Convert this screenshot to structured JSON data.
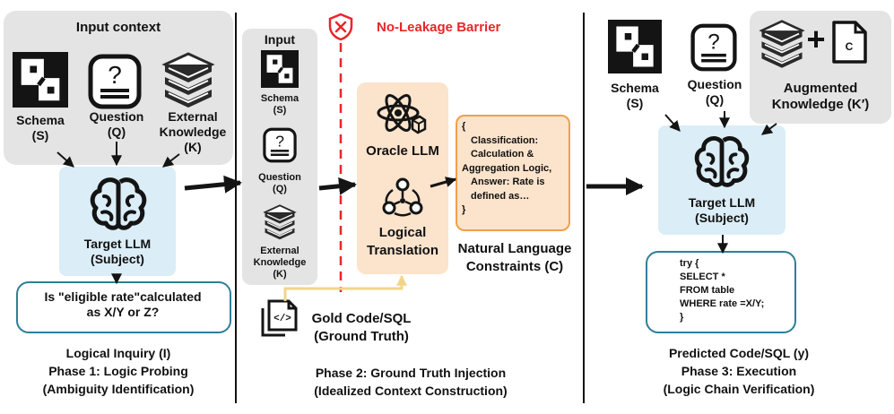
{
  "phase1": {
    "input_context": "Input context",
    "schema": [
      "Schema",
      "(S)"
    ],
    "question": [
      "Question",
      "(Q)"
    ],
    "knowledge": [
      "External",
      "Knowledge",
      "(K)"
    ],
    "target": [
      "Target LLM",
      "(Subject)"
    ],
    "inquiry_text": [
      "Is \"eligible rate\"calculated",
      "as X/Y or Z?"
    ],
    "caption": [
      "Logical Inquiry (I)",
      "Phase 1: Logic Probing",
      "(Ambiguity Identification)"
    ]
  },
  "phase2": {
    "input": "Input",
    "schema": [
      "Schema",
      "(S)"
    ],
    "question": [
      "Question",
      "(Q)"
    ],
    "knowledge": [
      "External",
      "Knowledge",
      "(K)"
    ],
    "barrier": "No-Leakage Barrier",
    "oracle": "Oracle LLM",
    "translation": [
      "Logical",
      "Translation"
    ],
    "constraints_box": [
      "{",
      "Classification:",
      "Calculation &",
      "Aggregation Logic,",
      "Answer: Rate is",
      "defined as…",
      "}"
    ],
    "constraints_caption": [
      "Natural Language",
      "Constraints (C)"
    ],
    "gold": [
      "Gold Code/SQL",
      "(Ground Truth)"
    ],
    "code_glyph": "</>",
    "caption": [
      "Phase 2: Ground Truth Injection",
      "(Idealized Context Construction)"
    ]
  },
  "phase3": {
    "schema": [
      "Schema",
      "(S)"
    ],
    "question": [
      "Question",
      "(Q)"
    ],
    "augmented": [
      "Augmented",
      "Knowledge (K′)"
    ],
    "plus": "+",
    "doc_letter": "C",
    "target": [
      "Target LLM",
      "(Subject)"
    ],
    "code": [
      "try {",
      "SELECT *",
      "FROM table",
      "WHERE rate =X/Y;",
      "}"
    ],
    "caption": [
      "Predicted Code/SQL (y)",
      "Phase 3: Execution",
      "(Logic Chain Verification)"
    ]
  },
  "colors": {
    "gray_bg": "#e4e4e4",
    "blue_bg": "#dbedf6",
    "teal_border": "#2e7f98",
    "orange_border": "#f0a04b",
    "orange_bg": "#fbe3cc",
    "barrier_red": "#e8262a",
    "gold_arrow": "#f3d58a"
  },
  "icons": [
    "schema-icon",
    "question-icon",
    "books-icon",
    "brain-icon",
    "atom-icon",
    "network-icon",
    "code-file-icon",
    "shield-x-icon",
    "document-icon"
  ]
}
